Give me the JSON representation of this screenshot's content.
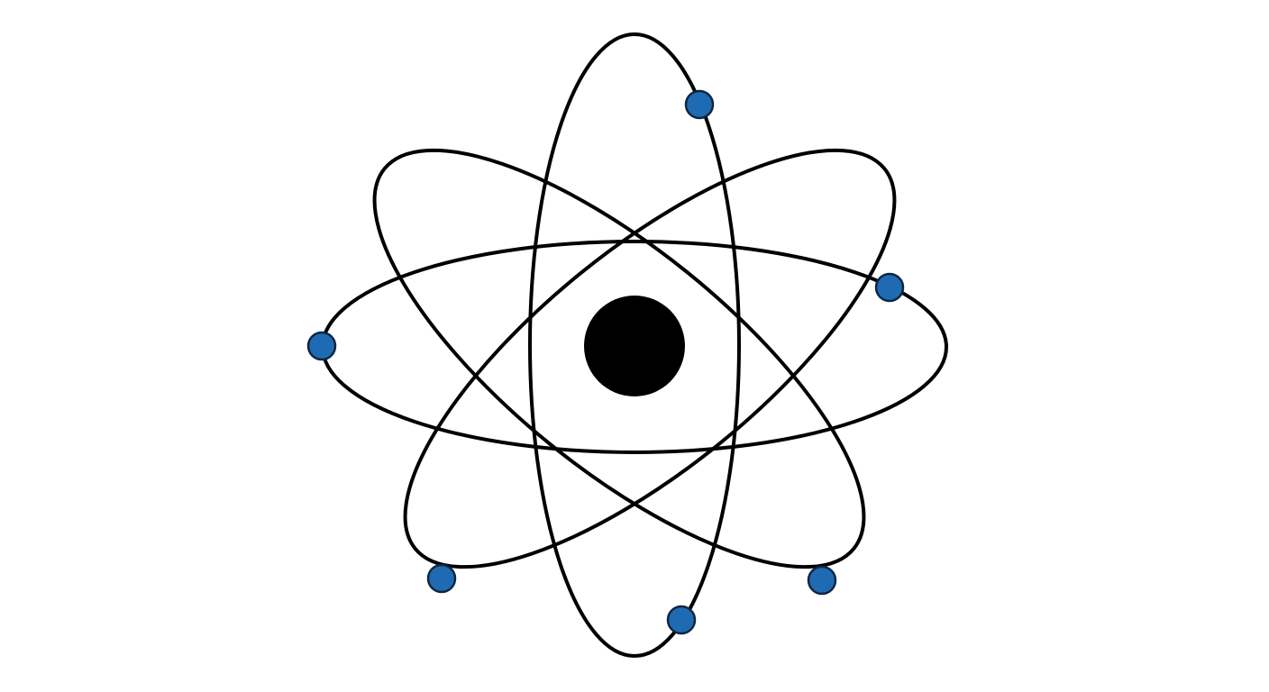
{
  "diagram": {
    "subject": "atom-model",
    "orbit_count": 4,
    "electron_count": 6,
    "colors": {
      "background": "#ffffff",
      "orbit_stroke": "#000000",
      "nucleus": "#000000",
      "electron_fill": "#1f6bb3",
      "electron_stroke": "#0e2740"
    }
  }
}
